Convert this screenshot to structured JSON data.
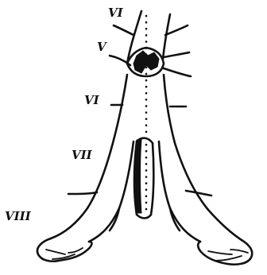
{
  "labels": {
    "top_vi": "VI",
    "v": "V",
    "mid_vi": "VI",
    "vii": "VII",
    "viii": "VIII"
  },
  "colors": {
    "ink": "#111111",
    "background": "#ffffff"
  }
}
